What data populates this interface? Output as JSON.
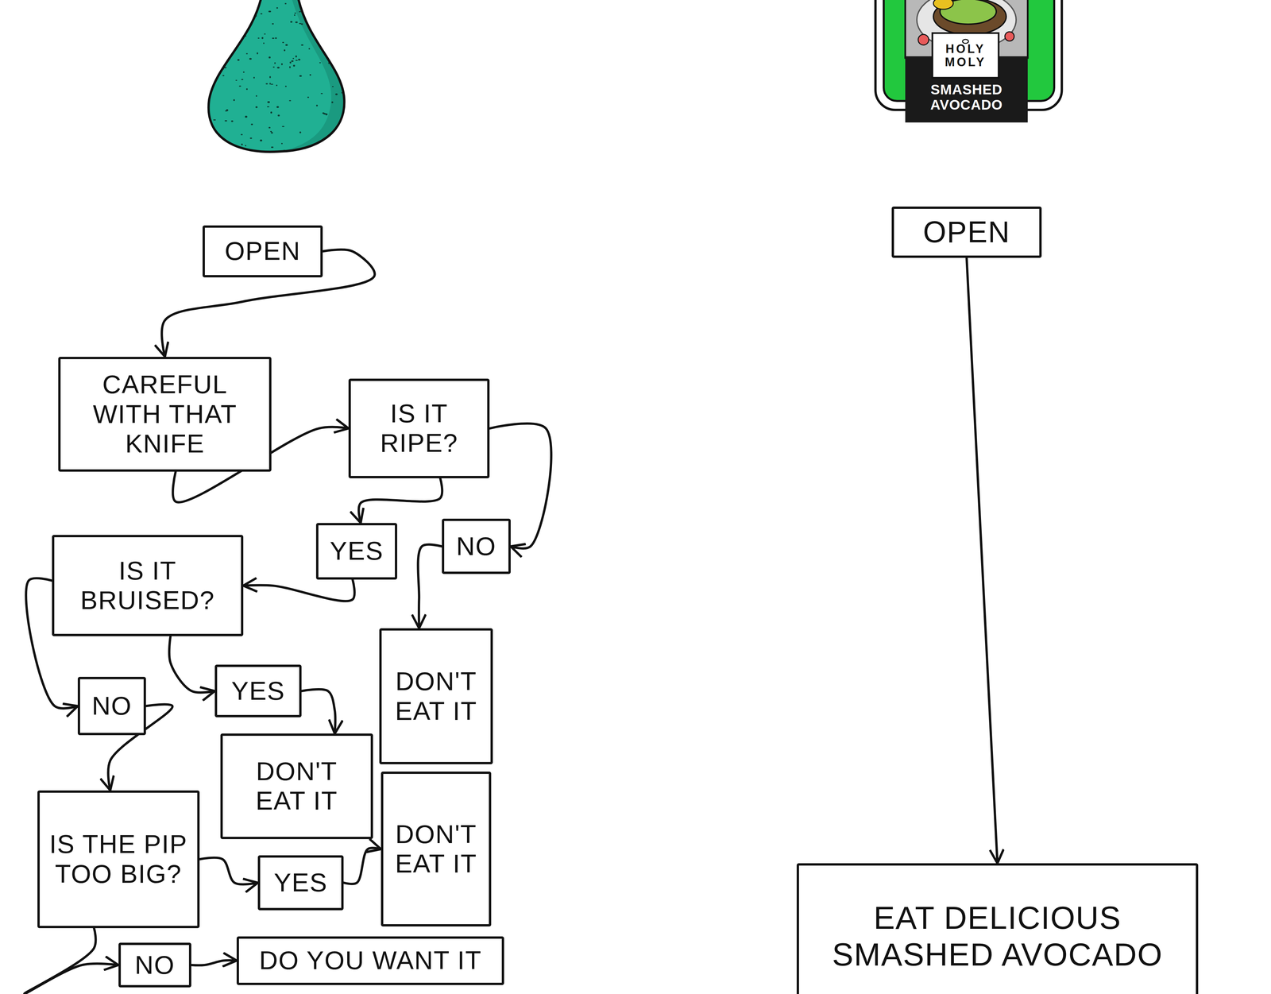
{
  "diagram": {
    "nodes": [
      {
        "text": [
          "OPEN"
        ]
      },
      {
        "text": [
          "CAREFUL WITH THAT KNIFE"
        ]
      },
      {
        "text": [
          "IS IT RIPE?"
        ]
      },
      {
        "text": [
          "YES"
        ]
      },
      {
        "text": [
          "NO"
        ]
      },
      {
        "text": [
          "IS IT BRUISED?"
        ]
      },
      {
        "text": [
          "DON'T EAT IT"
        ]
      },
      {
        "text": [
          "NO"
        ]
      },
      {
        "text": [
          "YES"
        ]
      },
      {
        "text": [
          "DON'T EAT IT"
        ]
      },
      {
        "text": [
          "IS THE PIP TOO BIG?"
        ]
      },
      {
        "text": [
          "YES"
        ]
      },
      {
        "text": [
          "DON'T EAT IT"
        ]
      },
      {
        "text": [
          "NO"
        ]
      },
      {
        "text": [
          "DO YOU WANT IT"
        ]
      },
      {
        "text": [
          "OPEN"
        ]
      },
      {
        "text": [
          "EAT DELICIOUS SMASHED AVOCADO"
        ]
      }
    ],
    "edges": [
      {
        "from": 0,
        "to": 1,
        "arrow": "to"
      },
      {
        "from": 1,
        "to": 2,
        "arrow": "to"
      },
      {
        "from": 2,
        "to": 3,
        "arrow": "to"
      },
      {
        "from": 2,
        "to": 4,
        "arrow": "to"
      },
      {
        "from": 3,
        "to": 5,
        "arrow": "to"
      },
      {
        "from": 4,
        "to": 6,
        "arrow": "to"
      },
      {
        "from": 5,
        "to": 7,
        "arrow": "to"
      },
      {
        "from": 5,
        "to": 8,
        "arrow": "to"
      },
      {
        "from": 8,
        "to": 9,
        "arrow": "to"
      },
      {
        "from": 7,
        "to": 10,
        "arrow": "to"
      },
      {
        "from": 10,
        "to": 11,
        "arrow": "to"
      },
      {
        "from": 11,
        "to": 12,
        "arrow": "to"
      },
      {
        "from": 10,
        "to": 13,
        "arrow": "to"
      },
      {
        "from": 13,
        "to": 14,
        "arrow": "to"
      },
      {
        "from": 15,
        "to": 16,
        "arrow": "to"
      }
    ],
    "labels": [
      "HOLY MOLY",
      "SMASHED AVOCADO"
    ]
  }
}
